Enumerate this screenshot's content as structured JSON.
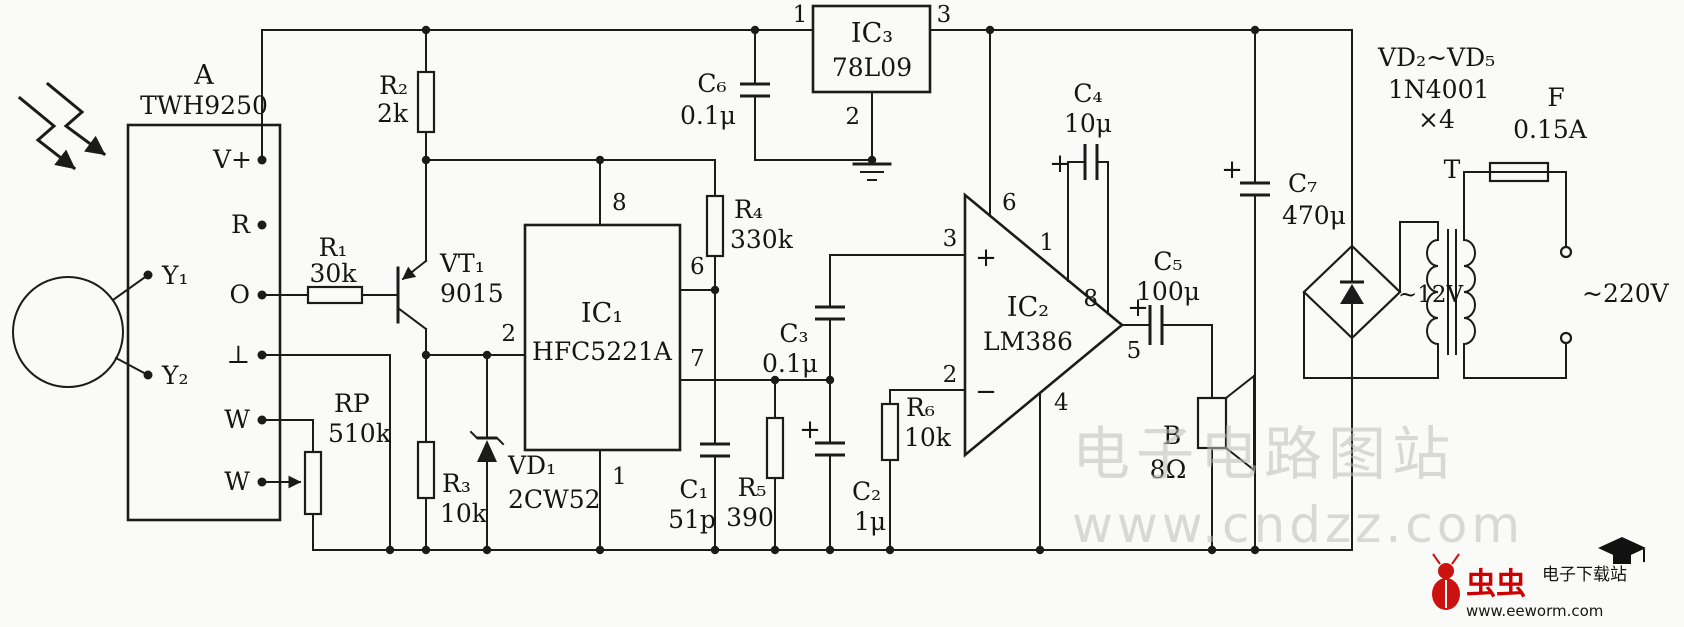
{
  "module_a": {
    "label": "A",
    "part": "TWH9250",
    "pins": {
      "vplus": "V+",
      "reset": "R",
      "out": "O",
      "gnd": "⊥",
      "w1": "W",
      "w2": "W",
      "y1": "Y₁",
      "y2": "Y₂"
    }
  },
  "ic1": {
    "ref": "IC₁",
    "part": "HFC5221A",
    "pin8": "8",
    "pin6": "6",
    "pin2": "2",
    "pin7": "7",
    "pin1": "1"
  },
  "ic2": {
    "ref": "IC₂",
    "part": "LM386",
    "pin6": "6",
    "pin3": "3",
    "pin2": "2",
    "pin1": "1",
    "pin8": "8",
    "pin4": "4",
    "pin5": "5",
    "plus": "+",
    "minus": "−"
  },
  "ic3": {
    "ref": "IC₃",
    "part": "78L09",
    "pin1": "1",
    "pin3": "3",
    "pin2": "2"
  },
  "r1": {
    "ref": "R₁",
    "val": "30k"
  },
  "r2": {
    "ref": "R₂",
    "val": "2k"
  },
  "r3": {
    "ref": "R₃",
    "val": "10k"
  },
  "r4": {
    "ref": "R₄",
    "val": "330k"
  },
  "r5": {
    "ref": "R₅",
    "val": "390"
  },
  "r6": {
    "ref": "R₆",
    "val": "10k"
  },
  "rp": {
    "ref": "RP",
    "val": "510k"
  },
  "c1": {
    "ref": "C₁",
    "val": "51p"
  },
  "c2": {
    "ref": "C₂",
    "val": "1μ"
  },
  "c3": {
    "ref": "C₃",
    "val": "0.1μ"
  },
  "c4": {
    "ref": "C₄",
    "val": "10μ"
  },
  "c5": {
    "ref": "C₅",
    "val": "100μ"
  },
  "c6": {
    "ref": "C₆",
    "val": "0.1μ"
  },
  "c7": {
    "ref": "C₇",
    "val": "470μ"
  },
  "vt1": {
    "ref": "VT₁",
    "val": "9015"
  },
  "vd1": {
    "ref": "VD₁",
    "val": "2CW52"
  },
  "bridge": {
    "ref": "VD₂~VD₅",
    "part": "1N4001",
    "qty": "×4"
  },
  "transformer": {
    "ref": "T",
    "secondary": "~12V",
    "primary": "~220V"
  },
  "fuse": {
    "ref": "F",
    "val": "0.15A"
  },
  "speaker": {
    "ref": "B",
    "val": "8Ω"
  },
  "plus": "+",
  "watermark": {
    "line1": "电子电路图站",
    "line2": "www.cndzz.com"
  },
  "footer": {
    "brand": "虫虫",
    "site": "电子下载站",
    "url": "www.eeworm.com"
  }
}
